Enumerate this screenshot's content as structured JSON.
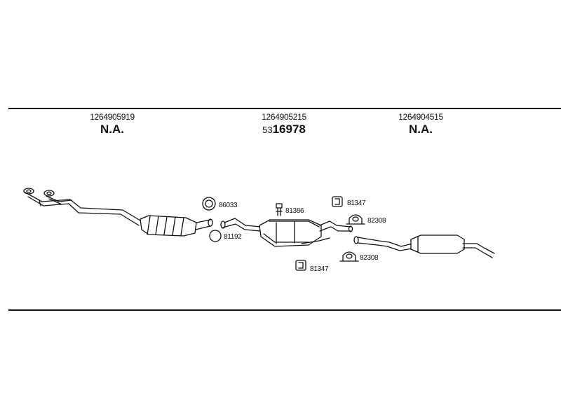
{
  "columns": [
    {
      "part_number": "1264905919",
      "status": "N.A."
    },
    {
      "part_number": "1264905215",
      "status_prefix": "53",
      "status": "16978"
    },
    {
      "part_number": "1264904515",
      "status": "N.A."
    }
  ],
  "hardware_labels": [
    {
      "id": "clamp-ring-top",
      "text": "86033"
    },
    {
      "id": "gasket-ring",
      "text": "81192"
    },
    {
      "id": "bolt-top",
      "text": "81386"
    },
    {
      "id": "hanger-top",
      "text": "81347"
    },
    {
      "id": "u-clamp-top",
      "text": "82308"
    },
    {
      "id": "hanger-bottom",
      "text": "81347"
    },
    {
      "id": "u-clamp-bottom",
      "text": "82308"
    }
  ]
}
